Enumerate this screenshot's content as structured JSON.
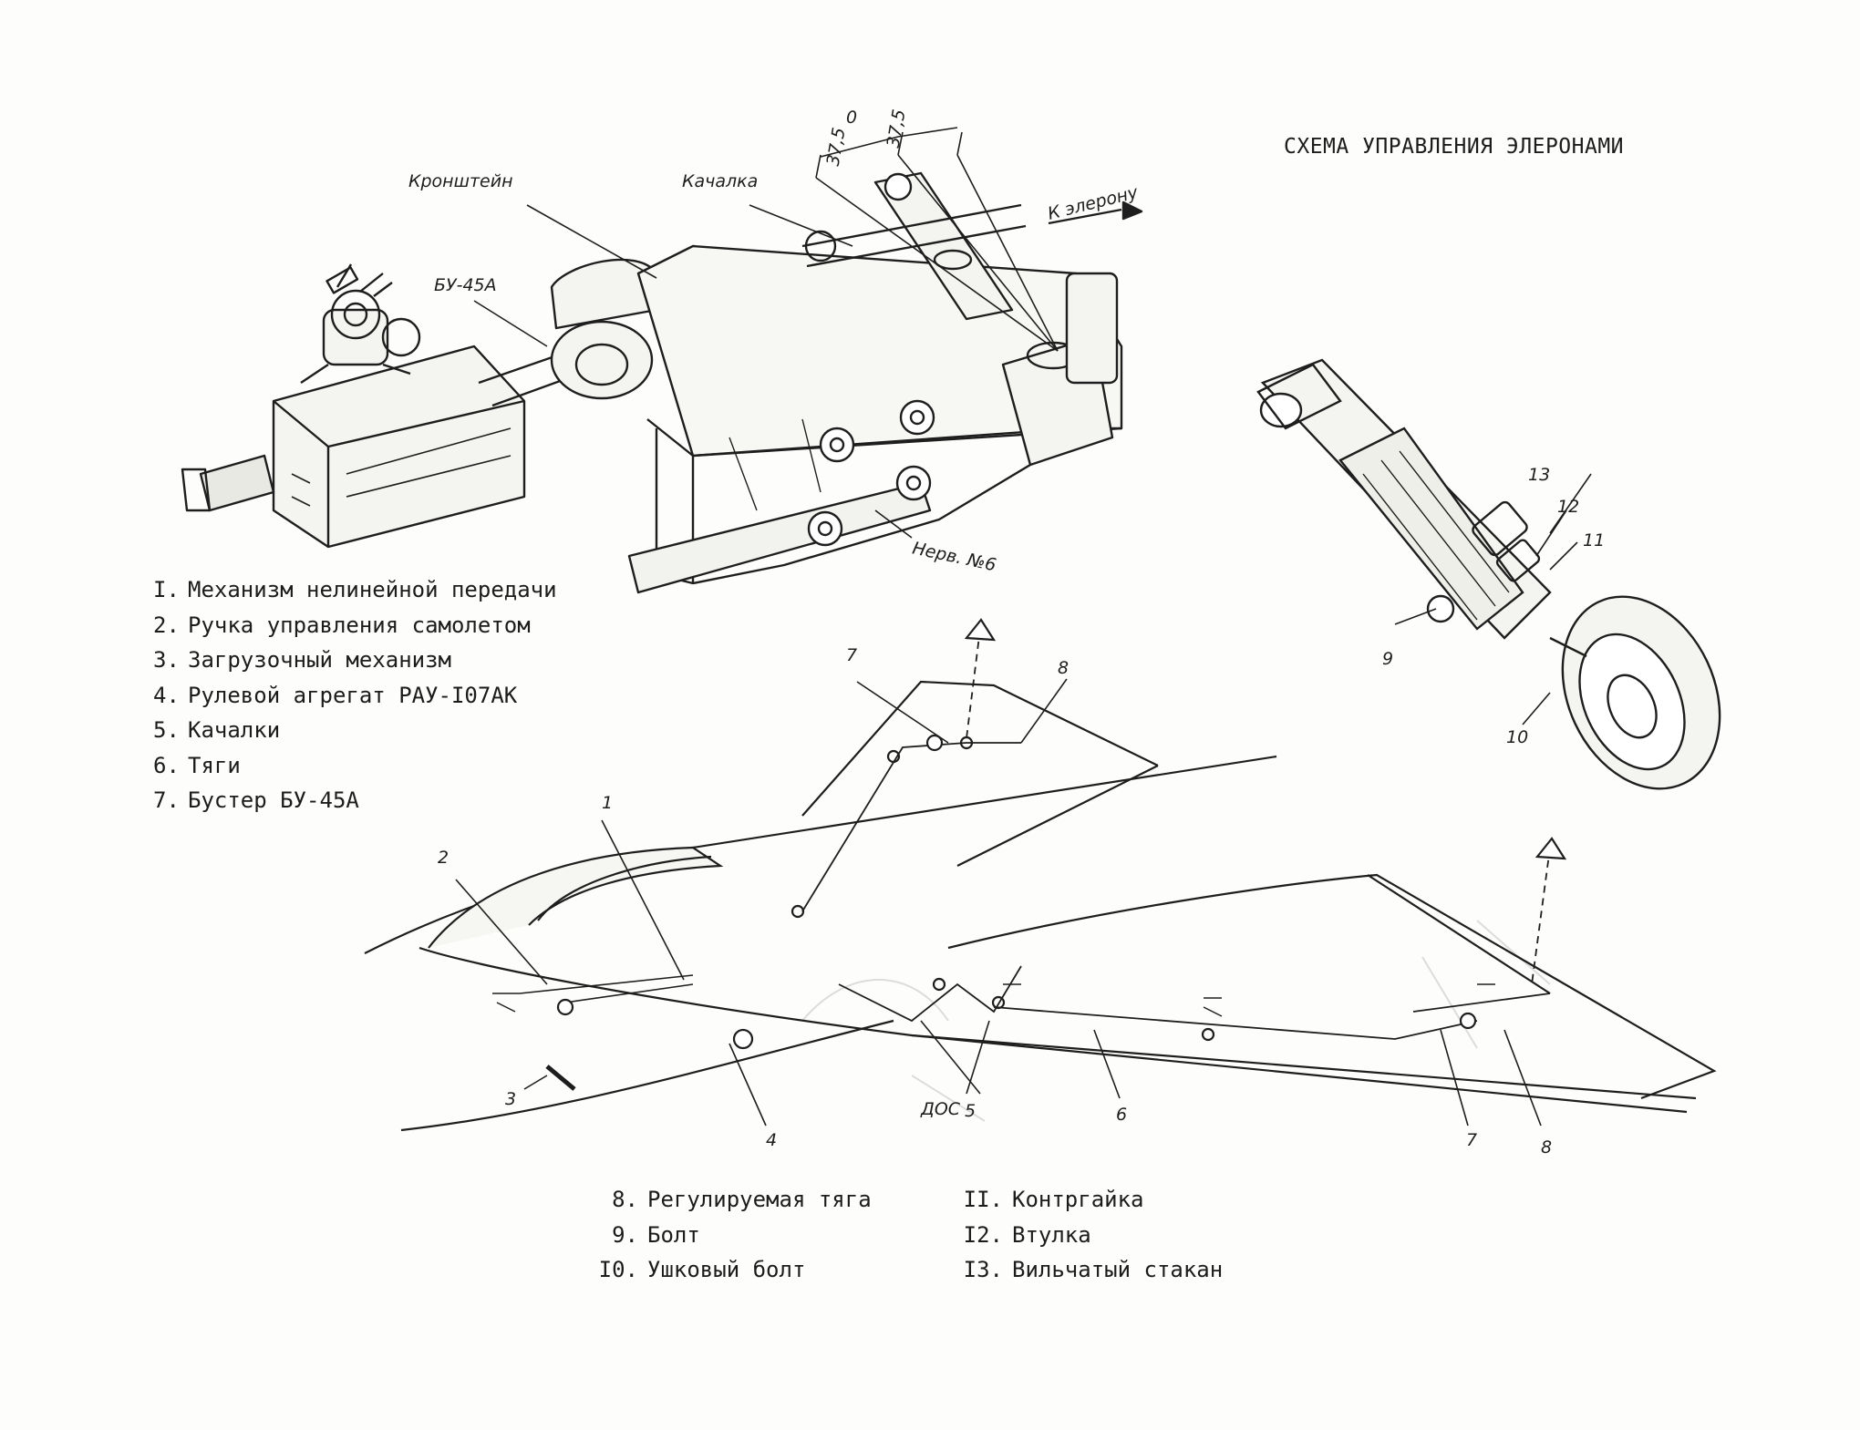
{
  "title": "СХЕМА УПРАВЛЕНИЯ ЭЛЕРОНАМИ",
  "legend_left": [
    {
      "num": "I.",
      "text": "Механизм нелинейной передачи"
    },
    {
      "num": "2.",
      "text": "Ручка управления самолетом"
    },
    {
      "num": "3.",
      "text": "Загрузочный механизм"
    },
    {
      "num": "4.",
      "text": "Рулевой агрегат РАУ-I07АК"
    },
    {
      "num": "5.",
      "text": "Качалки"
    },
    {
      "num": "6.",
      "text": "Тяги"
    },
    {
      "num": "7.",
      "text": "Бустер БУ-45А"
    }
  ],
  "legend_bottom_left": [
    {
      "num": "8.",
      "text": "Регулируемая тяга"
    },
    {
      "num": "9.",
      "text": "Болт"
    },
    {
      "num": "I0.",
      "text": "Ушковый болт"
    }
  ],
  "legend_bottom_right": [
    {
      "num": "II.",
      "text": "Контргайка"
    },
    {
      "num": "I2.",
      "text": "Втулка"
    },
    {
      "num": "I3.",
      "text": "Вильчатый стакан"
    }
  ],
  "callouts": {
    "kronshtein": "Кронштейн",
    "kachalka": "Качалка",
    "bu45a": "БУ-45А",
    "k_eleronu": "К элерону",
    "nerv6": "Нерв. №6",
    "dim_0": "0",
    "dim_left": "37,5",
    "dim_right": "37,5",
    "n1": "1",
    "n2": "2",
    "n3": "3",
    "n4": "4",
    "n5": "5",
    "n6": "6",
    "n7a": "7",
    "n7b": "7",
    "n8a": "8",
    "n8b": "8",
    "n9": "9",
    "n10": "10",
    "n11": "11",
    "n12": "12",
    "n13": "13",
    "dos": "ДОС"
  },
  "colors": {
    "ink": "#1e1e1e",
    "paper": "#fdfdfb",
    "faint": "#d8d8d8"
  }
}
